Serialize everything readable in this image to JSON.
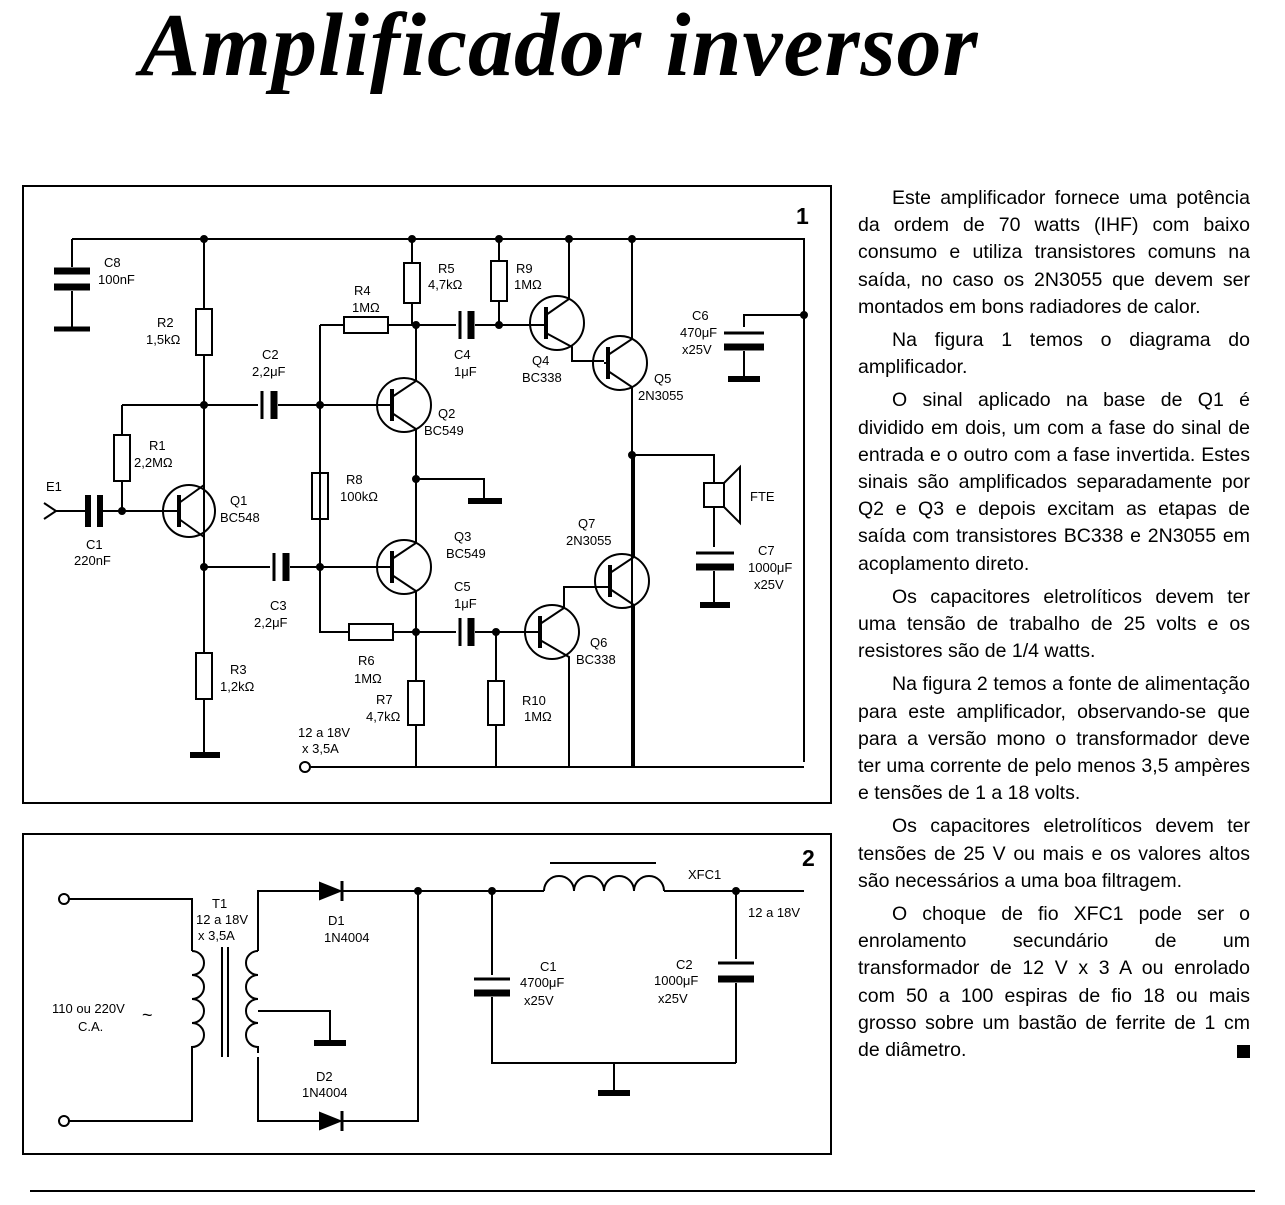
{
  "title": "Amplificador inversor",
  "figure1": {
    "number": "1",
    "labels": {
      "c8": [
        "C8",
        "100nF"
      ],
      "r2": [
        "R2",
        "1,5kΩ"
      ],
      "r1": [
        "R1",
        "2,2MΩ"
      ],
      "e1": "E1",
      "c1": [
        "C1",
        "220nF"
      ],
      "q1": [
        "Q1",
        "BC548"
      ],
      "c2": [
        "C2",
        "2,2μF"
      ],
      "c3": [
        "C3",
        "2,2μF"
      ],
      "r3": [
        "R3",
        "1,2kΩ"
      ],
      "r4": [
        "R4",
        "1MΩ"
      ],
      "r8": [
        "R8",
        "100kΩ"
      ],
      "r6": [
        "R6",
        "1MΩ"
      ],
      "q2": [
        "Q2",
        "BC549"
      ],
      "q3": [
        "Q3",
        "BC549"
      ],
      "r5": [
        "R5",
        "4,7kΩ"
      ],
      "r7": [
        "R7",
        "4,7kΩ"
      ],
      "c4": [
        "C4",
        "1μF"
      ],
      "c5": [
        "C5",
        "1μF"
      ],
      "r9": [
        "R9",
        "1MΩ"
      ],
      "r10": [
        "R10",
        "1MΩ"
      ],
      "q4": [
        "Q4",
        "BC338"
      ],
      "q6": [
        "Q6",
        "BC338"
      ],
      "q5": [
        "Q5",
        "2N3055"
      ],
      "q7": [
        "Q7",
        "2N3055"
      ],
      "c6": [
        "C6",
        "470μF",
        "x25V"
      ],
      "c7": [
        "C7",
        "1000μF",
        "x25V"
      ],
      "fte": "FTE",
      "supply": [
        "12 a 18V",
        "x 3,5A"
      ]
    }
  },
  "figure2": {
    "number": "2",
    "labels": {
      "t1": [
        "T1",
        "12 a 18V",
        "x 3,5A"
      ],
      "mains": [
        "110 ou 220V",
        "C.A."
      ],
      "d1": [
        "D1",
        "1N4004"
      ],
      "d2": [
        "D2",
        "1N4004"
      ],
      "c1": [
        "C1",
        "4700μF",
        "x25V"
      ],
      "c2": [
        "C2",
        "1000μF",
        "x25V"
      ],
      "xfc1": "XFC1",
      "out": "12 a 18V"
    }
  },
  "text": {
    "paragraphs": [
      "Este amplificador fornece uma potência da ordem de 70 watts (IHF) com baixo consumo e utiliza transistores comuns na saída, no caso os 2N3055 que devem ser montados em bons radiadores de calor.",
      "Na figura 1 temos o diagrama do amplificador.",
      "O sinal aplicado na base de Q1 é dividido em dois, um com a fase do sinal de entrada e o outro com a fase invertida. Estes sinais são amplificados separadamente por Q2 e Q3 e depois excitam as etapas de saída com transistores BC338 e 2N3055 em acoplamento direto.",
      "Os capacitores eletrolíticos devem ter uma tensão de trabalho de 25 volts e os resistores são de 1/4 watts.",
      "Na figura 2 temos a fonte de alimentação para este amplificador, observando-se que para a versão mono o transformador deve ter uma corrente de pelo menos 3,5 ampères e tensões de 1 a 18 volts.",
      "Os capacitores eletrolíticos devem ter tensões de 25 V ou mais e os valores altos são necessários a uma boa filtragem.",
      "O choque de fio XFC1 pode ser o enrolamento secundário de um transformador de 12 V x 3 A ou enrolado com 50 a 100 espiras de fio 18 ou mais grosso sobre um bastão de ferrite de 1 cm de diâmetro."
    ]
  }
}
